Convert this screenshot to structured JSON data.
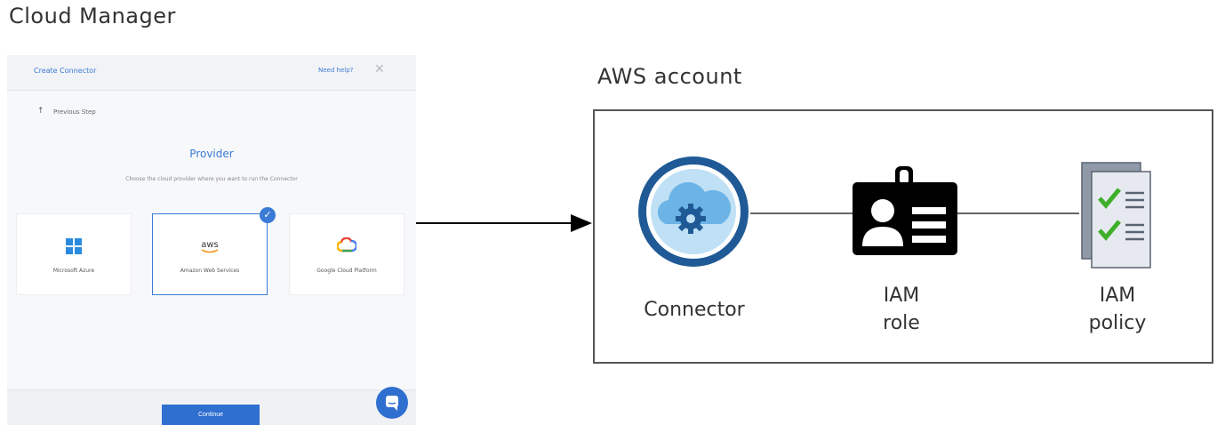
{
  "title": "Cloud Manager",
  "wizard": {
    "header_title": "Create Connector",
    "help_link": "Need help?",
    "close_glyph": "✕",
    "previous_step": "Previous Step",
    "provider_title": "Provider",
    "provider_subtitle": "Choose the cloud provider where you want to run the Connector",
    "providers": [
      {
        "label": "Microsoft Azure",
        "icon": "azure-windows-icon",
        "selected": false
      },
      {
        "label": "Amazon Web Services",
        "icon": "aws-logo-icon",
        "selected": true
      },
      {
        "label": "Google Cloud Platform",
        "icon": "gcp-logo-icon",
        "selected": false
      }
    ],
    "continue_label": "Continue",
    "chat_icon": "chat-icon"
  },
  "diagram": {
    "container_label": "AWS account",
    "nodes": [
      {
        "label": "Connector",
        "icon": "connector-cloud-gear-icon"
      },
      {
        "label_line1": "IAM",
        "label_line2": "role",
        "icon": "id-badge-icon"
      },
      {
        "label_line1": "IAM",
        "label_line2": "policy",
        "icon": "checklist-document-icon"
      }
    ]
  },
  "colors": {
    "accent": "#3a7bd5",
    "button": "#2f6fd0",
    "connector_ring": "#1f5a96",
    "connector_fill": "#bfe0f5",
    "policy_check": "#3fae2a"
  }
}
